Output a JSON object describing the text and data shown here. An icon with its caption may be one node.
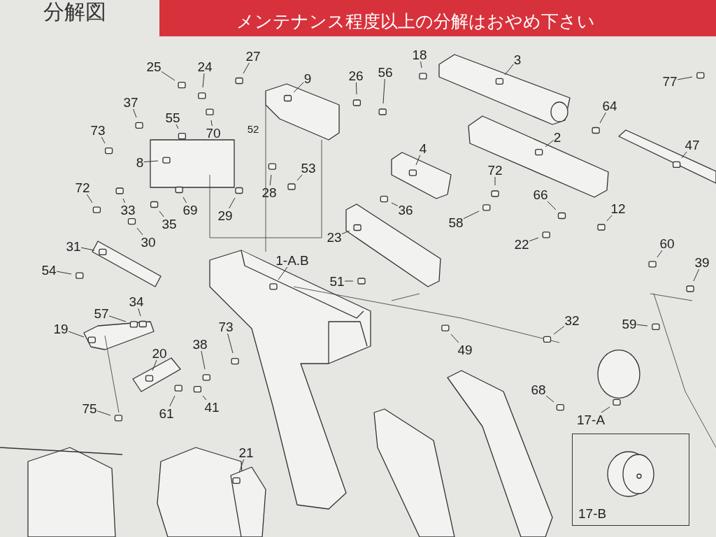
{
  "diagram": {
    "title": "分解図",
    "nodes": [
      {
        "text": [
          "25"
        ]
      },
      {
        "text": [
          "24"
        ]
      },
      {
        "text": [
          "27"
        ]
      },
      {
        "text": [
          "9"
        ]
      },
      {
        "text": [
          "26"
        ]
      },
      {
        "text": [
          "56"
        ]
      },
      {
        "text": [
          "18"
        ]
      },
      {
        "text": [
          "3"
        ]
      },
      {
        "text": [
          "77"
        ]
      },
      {
        "text": [
          "37"
        ]
      },
      {
        "text": [
          "55"
        ]
      },
      {
        "text": [
          "64"
        ]
      },
      {
        "text": [
          "73"
        ]
      },
      {
        "text": [
          "70"
        ]
      },
      {
        "text": [
          "47"
        ]
      },
      {
        "text": [
          "4"
        ]
      },
      {
        "text": [
          "2"
        ]
      },
      {
        "text": [
          "8"
        ]
      },
      {
        "text": [
          "53"
        ]
      },
      {
        "text": [
          "72"
        ]
      },
      {
        "text": [
          "72"
        ]
      },
      {
        "text": [
          "28"
        ]
      },
      {
        "text": [
          "66"
        ]
      },
      {
        "text": [
          "12"
        ]
      },
      {
        "text": [
          "33"
        ]
      },
      {
        "text": [
          "69"
        ]
      },
      {
        "text": [
          "35"
        ]
      },
      {
        "text": [
          "29"
        ]
      },
      {
        "text": [
          "36"
        ]
      },
      {
        "text": [
          "58"
        ]
      },
      {
        "text": [
          "30"
        ]
      },
      {
        "text": [
          "22"
        ]
      },
      {
        "text": [
          "60"
        ]
      },
      {
        "text": [
          "31"
        ]
      },
      {
        "text": [
          "1-A.B"
        ]
      },
      {
        "text": [
          "23"
        ]
      },
      {
        "text": [
          "39"
        ]
      },
      {
        "text": [
          "51"
        ]
      },
      {
        "text": [
          "54"
        ]
      },
      {
        "text": [
          "34"
        ]
      },
      {
        "text": [
          "57"
        ]
      },
      {
        "text": [
          "32"
        ]
      },
      {
        "text": [
          "59"
        ]
      },
      {
        "text": [
          "19"
        ]
      },
      {
        "text": [
          "73"
        ]
      },
      {
        "text": [
          "38"
        ]
      },
      {
        "text": [
          "20"
        ]
      },
      {
        "text": [
          "49"
        ]
      },
      {
        "text": [
          "75"
        ]
      },
      {
        "text": [
          "61"
        ]
      },
      {
        "text": [
          "41"
        ]
      },
      {
        "text": [
          "68"
        ]
      },
      {
        "text": [
          "17-A"
        ]
      },
      {
        "text": [
          "21"
        ]
      },
      {
        "text": [
          "17-B"
        ]
      }
    ],
    "edges": [
      {
        "from": 0,
        "to": null,
        "arrow": "none"
      },
      {
        "from": 1,
        "to": null,
        "arrow": "none"
      },
      {
        "from": 2,
        "to": null,
        "arrow": "none"
      },
      {
        "from": 3,
        "to": null,
        "arrow": "none"
      },
      {
        "from": 4,
        "to": null,
        "arrow": "none"
      },
      {
        "from": 5,
        "to": null,
        "arrow": "none"
      },
      {
        "from": 6,
        "to": null,
        "arrow": "none"
      },
      {
        "from": 7,
        "to": null,
        "arrow": "none"
      },
      {
        "from": 8,
        "to": null,
        "arrow": "none"
      },
      {
        "from": 9,
        "to": null,
        "arrow": "none"
      },
      {
        "from": 10,
        "to": null,
        "arrow": "none"
      },
      {
        "from": 11,
        "to": null,
        "arrow": "none"
      },
      {
        "from": 12,
        "to": null,
        "arrow": "none"
      },
      {
        "from": 13,
        "to": null,
        "arrow": "none"
      },
      {
        "from": 14,
        "to": null,
        "arrow": "none"
      },
      {
        "from": 15,
        "to": null,
        "arrow": "none"
      },
      {
        "from": 16,
        "to": null,
        "arrow": "none"
      },
      {
        "from": 17,
        "to": null,
        "arrow": "none"
      },
      {
        "from": 18,
        "to": null,
        "arrow": "none"
      },
      {
        "from": 19,
        "to": null,
        "arrow": "none"
      },
      {
        "from": 20,
        "to": null,
        "arrow": "none"
      },
      {
        "from": 21,
        "to": null,
        "arrow": "none"
      },
      {
        "from": 22,
        "to": null,
        "arrow": "none"
      },
      {
        "from": 23,
        "to": null,
        "arrow": "none"
      },
      {
        "from": 24,
        "to": null,
        "arrow": "none"
      },
      {
        "from": 25,
        "to": null,
        "arrow": "none"
      },
      {
        "from": 26,
        "to": null,
        "arrow": "none"
      },
      {
        "from": 27,
        "to": null,
        "arrow": "none"
      },
      {
        "from": 28,
        "to": null,
        "arrow": "none"
      },
      {
        "from": 29,
        "to": null,
        "arrow": "none"
      },
      {
        "from": 30,
        "to": null,
        "arrow": "none"
      },
      {
        "from": 31,
        "to": null,
        "arrow": "none"
      },
      {
        "from": 32,
        "to": null,
        "arrow": "none"
      },
      {
        "from": 33,
        "to": null,
        "arrow": "none"
      },
      {
        "from": 34,
        "to": null,
        "arrow": "none"
      },
      {
        "from": 35,
        "to": null,
        "arrow": "none"
      },
      {
        "from": 36,
        "to": null,
        "arrow": "none"
      },
      {
        "from": 37,
        "to": null,
        "arrow": "none"
      },
      {
        "from": 38,
        "to": null,
        "arrow": "none"
      },
      {
        "from": 39,
        "to": null,
        "arrow": "none"
      },
      {
        "from": 40,
        "to": null,
        "arrow": "none"
      },
      {
        "from": 41,
        "to": null,
        "arrow": "none"
      },
      {
        "from": 42,
        "to": null,
        "arrow": "none"
      },
      {
        "from": 43,
        "to": null,
        "arrow": "none"
      },
      {
        "from": 44,
        "to": null,
        "arrow": "none"
      },
      {
        "from": 45,
        "to": null,
        "arrow": "none"
      },
      {
        "from": 46,
        "to": null,
        "arrow": "none"
      },
      {
        "from": 47,
        "to": null,
        "arrow": "none"
      },
      {
        "from": 48,
        "to": null,
        "arrow": "none"
      },
      {
        "from": 49,
        "to": null,
        "arrow": "none"
      },
      {
        "from": 50,
        "to": null,
        "arrow": "none"
      },
      {
        "from": 51,
        "to": null,
        "arrow": "none"
      },
      {
        "from": 52,
        "to": null,
        "arrow": "none"
      },
      {
        "from": 53,
        "to": null,
        "arrow": "none"
      }
    ],
    "labels": [
      "メンテナンス程度以上の分解はおやめ下さい",
      "52"
    ]
  }
}
